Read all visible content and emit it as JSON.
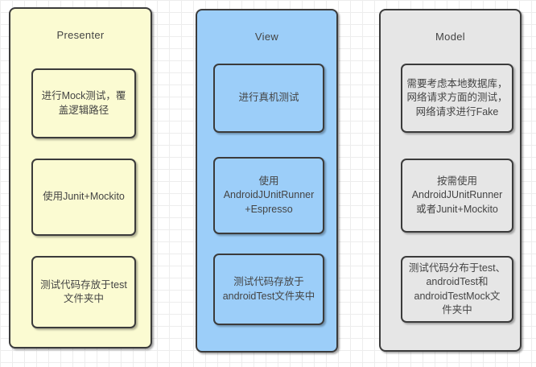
{
  "diagram": {
    "columns": [
      {
        "id": "presenter",
        "title": "Presenter",
        "fill": "#fbfbd2",
        "boxes": [
          "进行Mock测试，覆\n盖逻辑路径",
          "使用Junit+Mockito",
          "测试代码存放于test\n文件夹中"
        ]
      },
      {
        "id": "view",
        "title": "View",
        "fill": "#9ccef9",
        "boxes": [
          "进行真机测试",
          "使用\nAndroidJUnitRunner\n+Espresso",
          "测试代码存放于\nandroidTest文件夹中"
        ]
      },
      {
        "id": "model",
        "title": "Model",
        "fill": "#e6e6e6",
        "boxes": [
          "需要考虑本地数据库，\n网络请求方面的测试，\n网络请求进行Fake",
          "按需使用\nAndroidJUnitRunner\n或者Junit+Mockito",
          "测试代码分布于test、\nandroidTest和\nandroidTestMock文\n件夹中"
        ]
      }
    ],
    "colors": {
      "presenter_fill": "#fbfbd2",
      "view_fill": "#9ccef9",
      "model_fill": "#e6e6e6",
      "shape_border": "#3b3b3b",
      "text": "#444444",
      "grid_line": "#ededed",
      "canvas_background": "#ffffff"
    }
  }
}
